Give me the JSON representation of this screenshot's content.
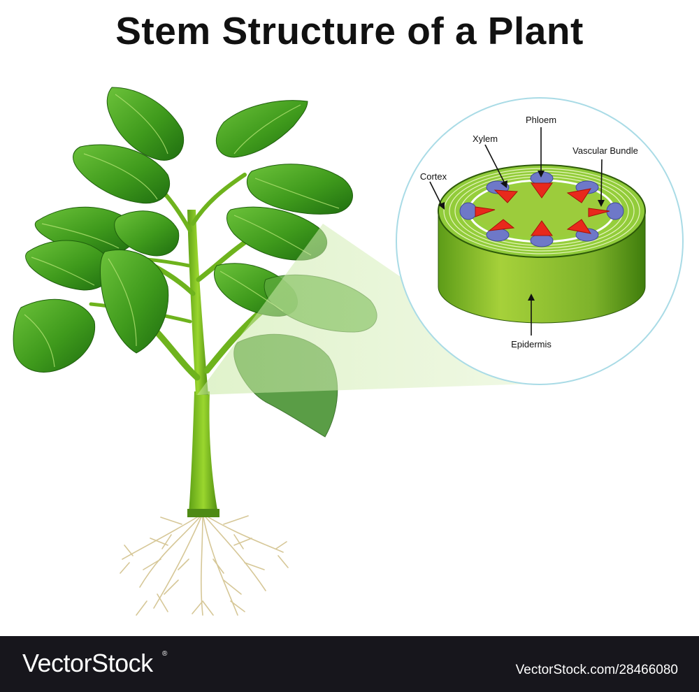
{
  "title": "Stem Structure of a Plant",
  "labels": {
    "phloem": "Phloem",
    "xylem": "Xylem",
    "vascular_bundle": "Vascular Bundle",
    "cortex": "Cortex",
    "epidermis": "Epidermis"
  },
  "footer": {
    "brand": "VectorStock",
    "registered": "®",
    "id": "VectorStock.com/28466080"
  },
  "colors": {
    "leaf": "#3f9a1c",
    "stem": "#7cc020",
    "xylem": "#e8291c",
    "phloem": "#6e78c8",
    "root": "#d8c99a",
    "footer_bg": "#17161c"
  }
}
